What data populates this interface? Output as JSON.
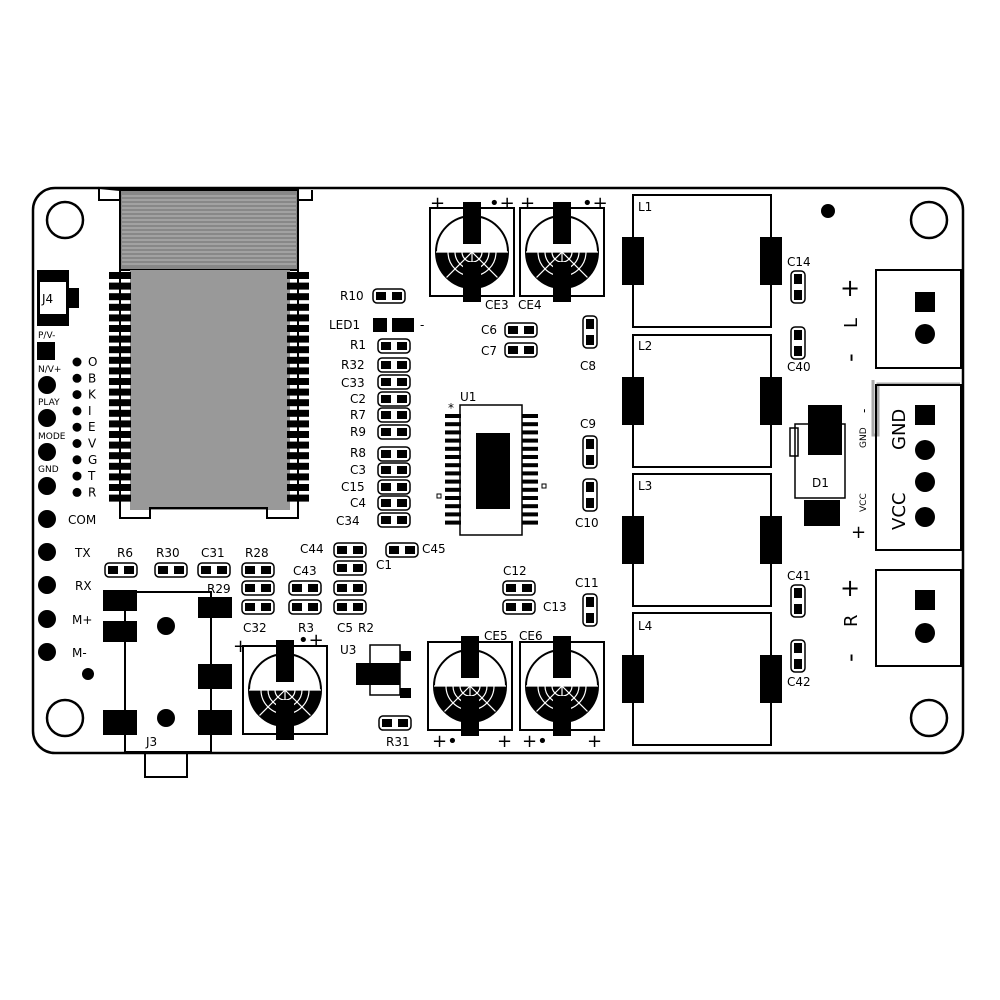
{
  "board": {
    "module": "J4",
    "ic": "U1",
    "regulator": "U3",
    "diode": "D1",
    "audio_jack": "J3"
  },
  "left_pins": {
    "pv": "P/V-",
    "nv": "N/V+",
    "play": "PLAY",
    "mode": "MODE",
    "gnd": "GND",
    "com": "COM",
    "tx": "TX",
    "rx": "RX",
    "mplus": "M+",
    "mminus": "M-"
  },
  "vertical_letters": [
    "O",
    "B",
    "K",
    "I",
    "E",
    "V",
    "G",
    "T",
    "R"
  ],
  "components": {
    "r10": "R10",
    "led1": "LED1",
    "led1_minus": "-",
    "r1": "R1",
    "r32": "R32",
    "c33": "C33",
    "c2": "C2",
    "r7": "R7",
    "r9": "R9",
    "r8": "R8",
    "c3": "C3",
    "c15": "C15",
    "c4": "C4",
    "c34": "C34",
    "c44": "C44",
    "c45": "C45",
    "c1": "C1",
    "c43": "C43",
    "c5": "C5",
    "r2": "R2",
    "r3": "R3",
    "r6": "R6",
    "r30": "R30",
    "c31": "C31",
    "r28": "R28",
    "r29": "R29",
    "c32": "C32",
    "r31": "R31",
    "c6": "C6",
    "c7": "C7",
    "c8": "C8",
    "c9": "C9",
    "c10": "C10",
    "c11": "C11",
    "c12": "C12",
    "c13": "C13",
    "c14": "C14",
    "c40": "C40",
    "c41": "C41",
    "c42": "C42",
    "ce3": "CE3",
    "ce4": "CE4",
    "ce5": "CE5",
    "ce6": "CE6",
    "l1": "L1",
    "l2": "L2",
    "l3": "L3",
    "l4": "L4"
  },
  "right_labels": {
    "l_plus": "+",
    "l_letter": "L",
    "l_minus": "-",
    "r_plus": "+",
    "r_letter": "R",
    "r_minus": "-",
    "gnd_small": "GND",
    "gnd_minus": "-",
    "vcc_small": "VCC",
    "vcc_plus": "+",
    "gnd_big": "GND",
    "vcc_big": "VCC"
  },
  "polarity": {
    "plus": "+",
    "dot_plus": "•+",
    "plus_dot": "+•"
  }
}
